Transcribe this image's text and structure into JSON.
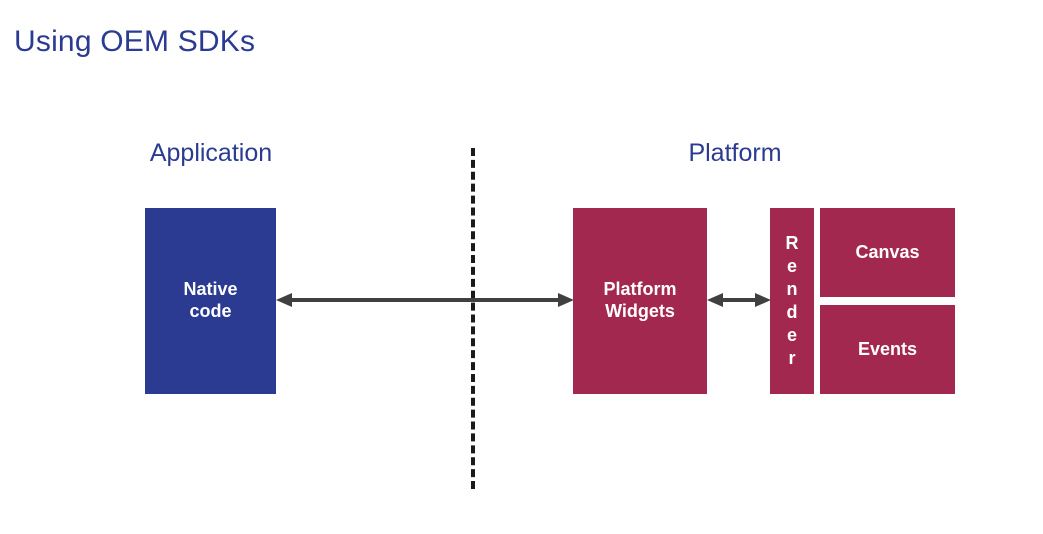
{
  "slide": {
    "title": "Using OEM SDKs",
    "background_color": "#ffffff"
  },
  "colors": {
    "title_text": "#2b3b91",
    "application_box": "#2b3b91",
    "platform_box": "#a32850",
    "arrow": "#404040",
    "divider": "#1a1a1a",
    "box_label": "#ffffff"
  },
  "sections": {
    "application": {
      "label": "Application"
    },
    "platform": {
      "label": "Platform"
    }
  },
  "boxes": {
    "native_code": {
      "line1": "Native",
      "line2": "code"
    },
    "platform_widgets": {
      "line1": "Platform",
      "line2": "Widgets"
    },
    "render": {
      "label": "Render",
      "letters": [
        "R",
        "e",
        "n",
        "d",
        "e",
        "r"
      ]
    },
    "canvas": {
      "label": "Canvas"
    },
    "events": {
      "label": "Events"
    }
  },
  "connectors": {
    "app_to_platform": {
      "style": "double-headed-arrow"
    },
    "widgets_to_render": {
      "style": "double-headed-arrow"
    }
  },
  "divider": {
    "style": "dashed-vertical-line"
  }
}
